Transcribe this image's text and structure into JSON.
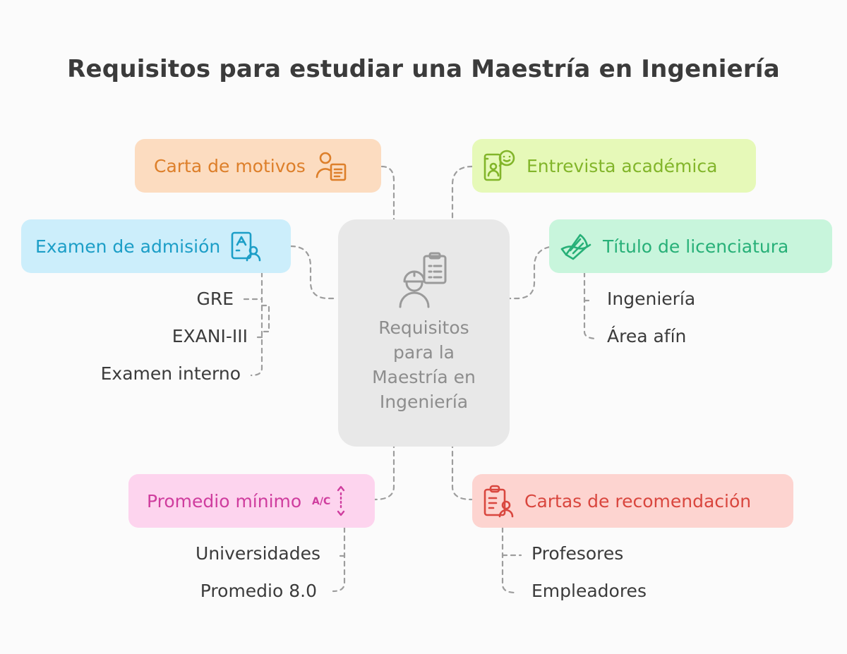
{
  "title": "Requisitos para estudiar una Maestría en Ingeniería",
  "center": {
    "label": "Requisitos para la Maestría en Ingeniería",
    "icon": "engineer-clipboard-icon"
  },
  "nodes": {
    "carta_motivos": {
      "label": "Carta de motivos",
      "icon": "person-document-icon",
      "color": "#dd7f2a",
      "bg": "#fcdcc0"
    },
    "entrevista": {
      "label": "Entrevista académica",
      "icon": "interview-icon",
      "color": "#82b52a",
      "bg": "#e6f9b8"
    },
    "examen": {
      "label": "Examen de admisión",
      "icon": "exam-person-icon",
      "color": "#1c9ec7",
      "bg": "#cceefb"
    },
    "titulo": {
      "label": "Título de licenciatura",
      "icon": "diploma-icon",
      "color": "#27b078",
      "bg": "#c8f5dc"
    },
    "promedio": {
      "label": "Promedio mínimo",
      "icon": "grade-scale-icon",
      "color": "#cf3d9e",
      "bg": "#fdd4ee"
    },
    "cartas_rec": {
      "label": "Cartas de recomendación",
      "icon": "recommendation-clipboard-icon",
      "color": "#d9463e",
      "bg": "#fdd4d0"
    }
  },
  "leaves": {
    "examen": [
      "GRE",
      "EXANI-III",
      "Examen interno"
    ],
    "titulo": [
      "Ingeniería",
      "Área afín"
    ],
    "promedio": [
      "Universidades",
      "Promedio 8.0"
    ],
    "cartas_rec": [
      "Profesores",
      "Empleadores"
    ]
  }
}
